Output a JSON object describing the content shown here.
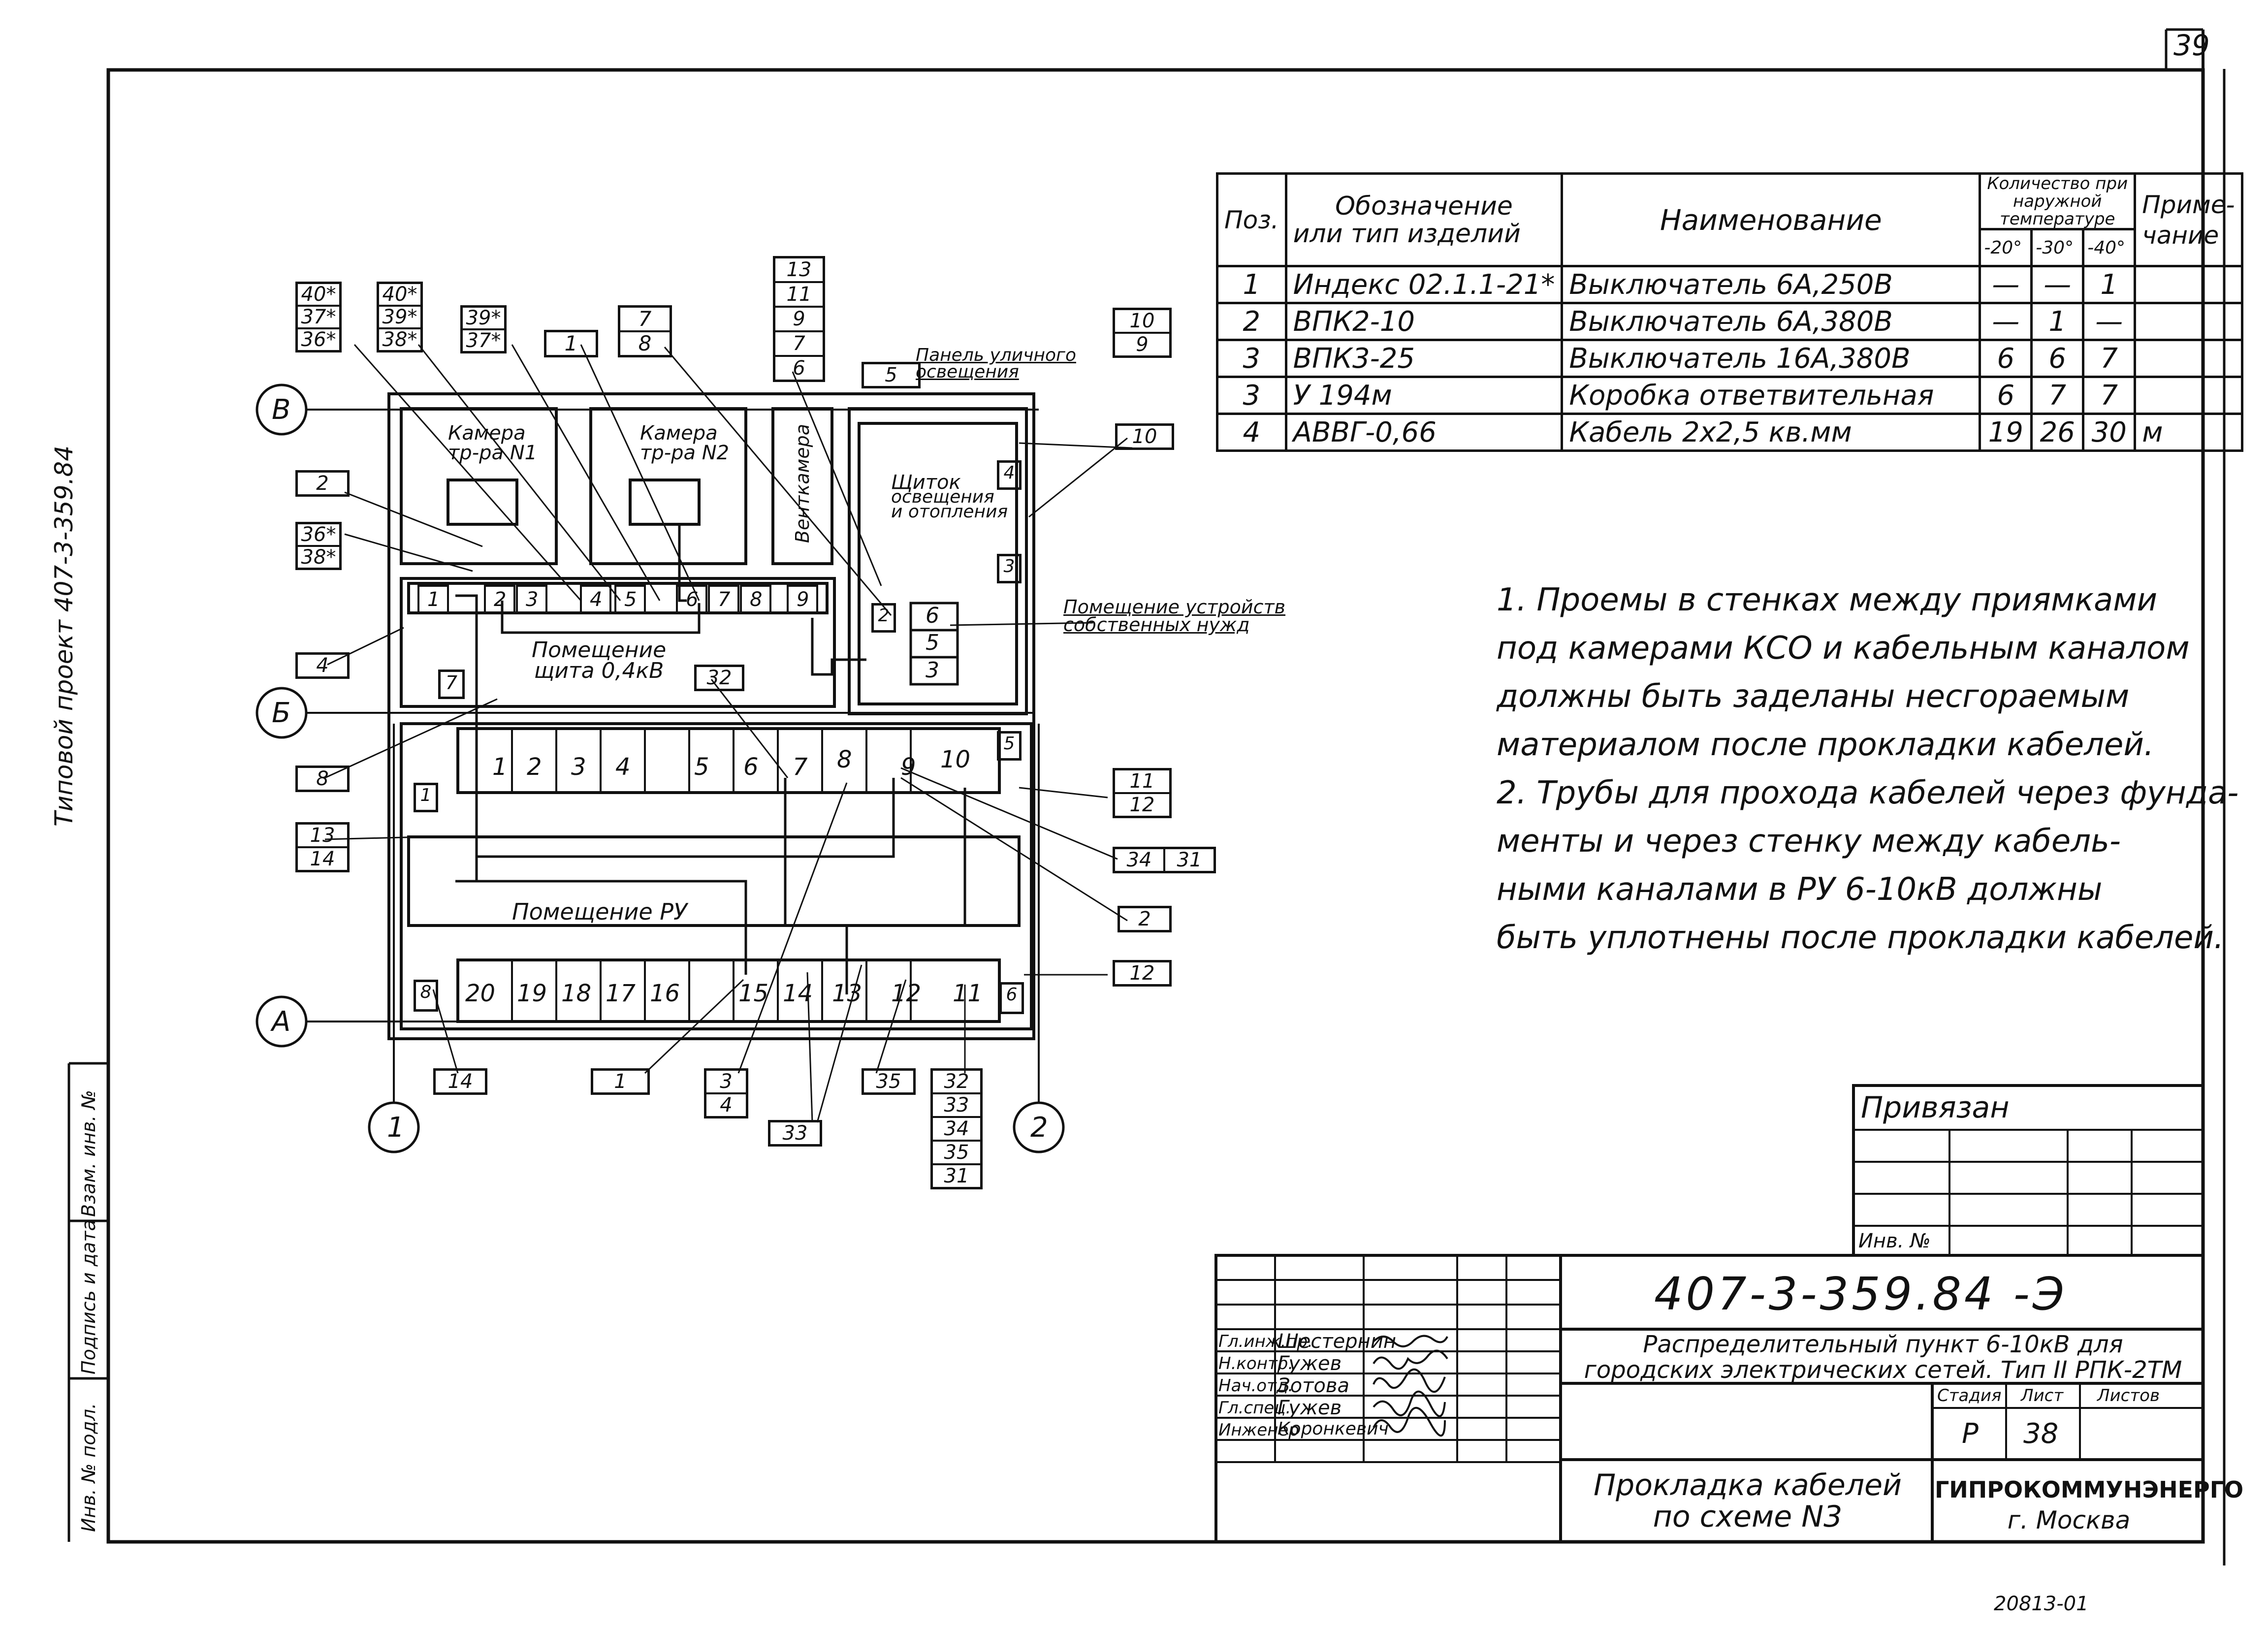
{
  "sheet": {
    "page_number": "39",
    "footer_code": "20813-01"
  },
  "margin": {
    "vertical_text": "Типовой проект 407-3-359.84",
    "labels": [
      "Инв. № подл.",
      "Подпись и дата",
      "Взам. инв. №"
    ]
  },
  "spec_table": {
    "headers": {
      "pos": "Поз.",
      "designation_1": "Обозначение",
      "designation_2": "или тип изделий",
      "name": "Наименование",
      "qty_title_1": "Количество при",
      "qty_title_2": "наружной",
      "qty_title_3": "температуре",
      "t1": "-20°",
      "t2": "-30°",
      "t3": "-40°",
      "note_1": "Приме-",
      "note_2": "чание"
    },
    "rows": [
      {
        "pos": "1",
        "designation": "Индекс 02.1.1-21*",
        "name": "Выключатель 6А,250В",
        "q20": "—",
        "q30": "—",
        "q40": "1",
        "note": ""
      },
      {
        "pos": "2",
        "designation": "ВПК2-10",
        "name": "Выключатель 6А,380В",
        "q20": "—",
        "q30": "1",
        "q40": "—",
        "note": ""
      },
      {
        "pos": "3",
        "designation": "ВПК3-25",
        "name": "Выключатель 16А,380В",
        "q20": "6",
        "q30": "6",
        "q40": "7",
        "note": ""
      },
      {
        "pos": "3",
        "designation": "У 194м",
        "name": "Коробка ответвительная",
        "q20": "6",
        "q30": "7",
        "q40": "7",
        "note": ""
      },
      {
        "pos": "4",
        "designation": "АВВГ-0,66",
        "name": "Кабель 2х2,5 кв.мм",
        "q20": "19",
        "q30": "26",
        "q40": "30",
        "note": "м"
      }
    ]
  },
  "notes": [
    "1. Проемы в стенках между приямками",
    "под камерами КСО и кабельным каналом",
    "должны быть заделаны несгораемым",
    "материалом после прокладки кабелей.",
    "2. Трубы для прохода кабелей через фунда-",
    "менты и через стенку между кабель-",
    "ными каналами в РУ 6-10кВ должны",
    "быть уплотнены после прокладки кабелей."
  ],
  "plan": {
    "rooms": {
      "chamber1": [
        "Камера",
        "тр-ра N1"
      ],
      "chamber2": [
        "Камера",
        "тр-ра N2"
      ],
      "vent": "Венткамера",
      "panel_street": [
        "Панель уличного",
        "освещения"
      ],
      "shield": [
        "Щиток",
        "освещения",
        "и отопления"
      ],
      "aux": [
        "Помещение устройств",
        "собственных нужд"
      ],
      "panel_room": [
        "Помещение",
        "щита 0,4кВ"
      ],
      "ru_room": "Помещение РУ"
    },
    "axes": {
      "B": "В",
      "Б": "Б",
      "A": "А",
      "n1": "1",
      "n2": "2"
    },
    "panel_row_04": [
      "1",
      "2",
      "3",
      "4",
      "5",
      "6",
      "7",
      "8",
      "9"
    ],
    "ru_row_top": [
      "1",
      "2",
      "3",
      "4",
      "5",
      "6",
      "7",
      "8",
      "9",
      "10"
    ],
    "ru_row_bottom": [
      "20",
      "19",
      "18",
      "17",
      "16",
      "15",
      "14",
      "13",
      "12",
      "11"
    ],
    "aux_stack": [
      "6",
      "5",
      "3"
    ],
    "small_boxes": {
      "b7": "7",
      "b2": "2",
      "b5": "5",
      "b4": "4",
      "b3": "3",
      "b1": "1",
      "b8": "8",
      "b6": "6"
    },
    "tags": {
      "t_40_37_36": [
        "40*",
        "37*",
        "36*"
      ],
      "t_40_39_38": [
        "40*",
        "39*",
        "38*"
      ],
      "t_39_37": [
        "39*",
        "37*"
      ],
      "t_1": [
        "1"
      ],
      "t_7_8": [
        "7",
        "8"
      ],
      "t_13_11_9_7_6": [
        "13",
        "11",
        "9",
        "7",
        "6"
      ],
      "t_5": [
        "5"
      ],
      "t_10_9": [
        "10",
        "9"
      ],
      "t_10": [
        "10"
      ],
      "t_2": [
        "2"
      ],
      "t_36_38": [
        "36*",
        "38*"
      ],
      "t_4": [
        "4"
      ],
      "t_8": [
        "8"
      ],
      "t_32": [
        "32"
      ],
      "t_13_14": [
        "13",
        "14"
      ],
      "t_11_12": [
        "11",
        "12"
      ],
      "t_34_31": [
        "34",
        "31"
      ],
      "t_2b": [
        "2"
      ],
      "t_12": [
        "12"
      ],
      "t_14": [
        "14"
      ],
      "t_1b": [
        "1"
      ],
      "t_3_4": [
        "3",
        "4"
      ],
      "t_33": [
        "33"
      ],
      "t_35": [
        "35"
      ],
      "t_32_31": [
        "32",
        "33",
        "34",
        "35",
        "31"
      ]
    }
  },
  "title_block": {
    "bound": "Привязан",
    "inv_no": "Инв. №",
    "doc_code": "407-3-359.84 -Э",
    "project_title_1": "Распределительный пункт 6-10кВ для",
    "project_title_2": "городских электрических сетей. Тип II РПК-2ТМ",
    "sheet_title_1": "Прокладка кабелей",
    "sheet_title_2": "по схеме N3",
    "org_1": "ГИПРОКОММУНЭНЕРГО",
    "org_2": "г. Москва",
    "stage_label": "Стадия",
    "sheet_label": "Лист",
    "sheets_label": "Листов",
    "stage": "Р",
    "sheet": "38",
    "signers": [
      {
        "role": "Гл.инж.пр.",
        "name": "Шестернин"
      },
      {
        "role": "Н.контр.",
        "name": "Гужев"
      },
      {
        "role": "Нач.отд.",
        "name": "Зотова"
      },
      {
        "role": "Гл.спец.",
        "name": "Гужев"
      },
      {
        "role": "Инженер",
        "name": "Коронкевич"
      }
    ]
  }
}
